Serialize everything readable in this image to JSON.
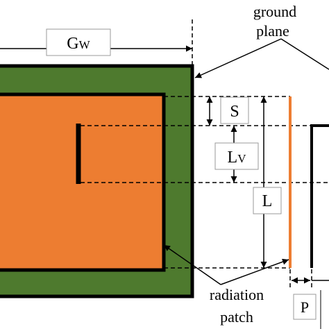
{
  "diagram": {
    "labels": {
      "ground_plane_line1": "ground",
      "ground_plane_line2": "plane",
      "gw_main": "G",
      "gw_sub": "W",
      "s": "S",
      "lv_main": "L",
      "lv_sub": "V",
      "l": "L",
      "p": "P",
      "radiation_line1": "radiation",
      "radiation_line2": "patch"
    },
    "colors": {
      "ground_plane": "#4E7A2E",
      "radiation_patch": "#ED7D31",
      "line": "#000000",
      "label_box_border": "#9A9A9A"
    }
  }
}
